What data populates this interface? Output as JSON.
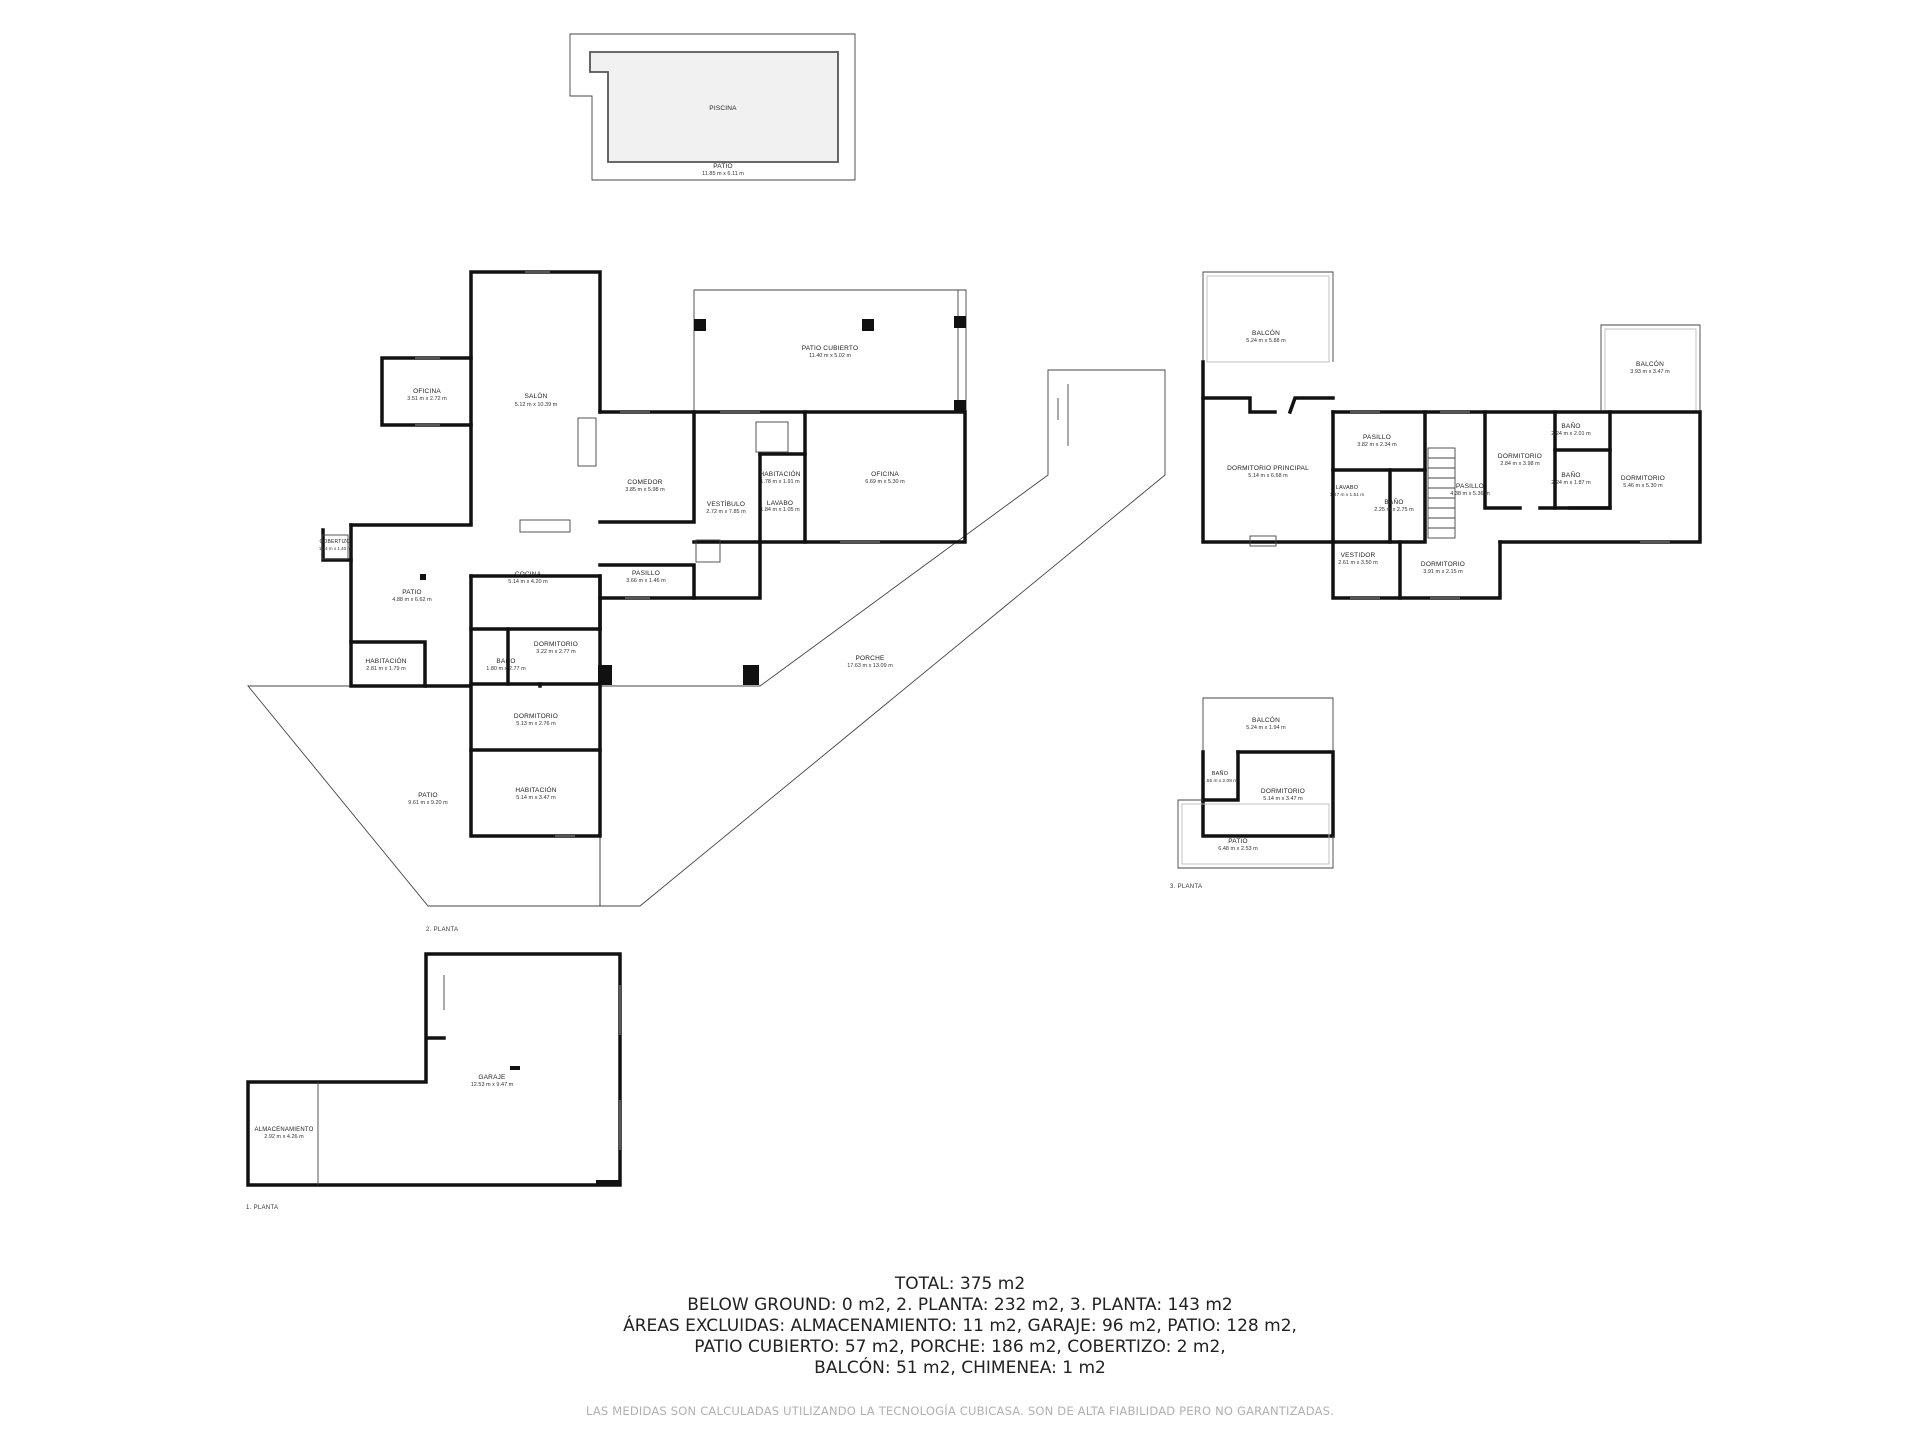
{
  "rooms": [
    {
      "key": "piscina",
      "name": "PISCINA",
      "dims": ""
    },
    {
      "key": "patio-pool",
      "name": "PATIO",
      "dims": "11.85 m x 6.11 m"
    },
    {
      "key": "salon",
      "name": "SALÓN",
      "dims": "5.12 m x 10.39 m"
    },
    {
      "key": "oficina-left",
      "name": "OFICINA",
      "dims": "3.51 m x 2.72 m"
    },
    {
      "key": "patio-cubierto",
      "name": "PATIO CUBIERTO",
      "dims": "11.40 m x 5.02 m"
    },
    {
      "key": "comedor",
      "name": "COMEDOR",
      "dims": "3.85 m x 5.98 m"
    },
    {
      "key": "vestibulo",
      "name": "VESTÍBULO",
      "dims": "2.72 m x 7.85 m"
    },
    {
      "key": "habitacion-small",
      "name": "HABITACIÓN",
      "dims": "1.78 m x 1.91 m"
    },
    {
      "key": "lavabo",
      "name": "LAVABO",
      "dims": "1.84 m x 1.05 m"
    },
    {
      "key": "oficina-right",
      "name": "OFICINA",
      "dims": "6.69 m x 5.30 m"
    },
    {
      "key": "cobertizo",
      "name": "COBERTIZO",
      "dims": "1.44 m x 1.40 m"
    },
    {
      "key": "patio-inner",
      "name": "PATIO",
      "dims": "4.88 m x 6.62 m"
    },
    {
      "key": "cocina",
      "name": "COCINA",
      "dims": "5.14 m x 4.20 m"
    },
    {
      "key": "pasillo-2",
      "name": "PASILLO",
      "dims": "3.66 m x 1.46 m"
    },
    {
      "key": "habitacion-left",
      "name": "HABITACIÓN",
      "dims": "2.81 m x 1.79 m"
    },
    {
      "key": "bano-2",
      "name": "BAÑO",
      "dims": "1.80 m x 2.77 m"
    },
    {
      "key": "dormitorio-2a",
      "name": "DORMITORIO",
      "dims": "3.22 m x 2.77 m"
    },
    {
      "key": "dormitorio-2b",
      "name": "DORMITORIO",
      "dims": "5.13 m x 2.76 m"
    },
    {
      "key": "habitacion-2",
      "name": "HABITACIÓN",
      "dims": "5.14 m x 3.47 m"
    },
    {
      "key": "patio-big",
      "name": "PATIO",
      "dims": "9.61 m x 9.20 m"
    },
    {
      "key": "porche",
      "name": "PORCHE",
      "dims": "17.63 m x 13.09 m"
    },
    {
      "key": "balcon-1",
      "name": "BALCÓN",
      "dims": "5.24 m x 5.88 m"
    },
    {
      "key": "balcon-2",
      "name": "BALCÓN",
      "dims": "3.93 m x 3.47 m"
    },
    {
      "key": "dormitorio-principal",
      "name": "DORMITORIO PRINCIPAL",
      "dims": "5.14 m x 6.68 m"
    },
    {
      "key": "pasillo-3a",
      "name": "PASILLO",
      "dims": "3.82 m x 2.34 m"
    },
    {
      "key": "lavabo-3",
      "name": "LAVABO",
      "dims": "1.47 m x 1.51 m"
    },
    {
      "key": "bano-3a",
      "name": "BAÑO",
      "dims": "2.25 m x 2.75 m"
    },
    {
      "key": "pasillo-3b",
      "name": "PASILLO",
      "dims": "4.38 m x 5.36 m"
    },
    {
      "key": "dormitorio-3a",
      "name": "DORMITORIO",
      "dims": "2.84 m x 3.98 m"
    },
    {
      "key": "bano-3b",
      "name": "BAÑO",
      "dims": "2.24 m x 2.01 m"
    },
    {
      "key": "bano-3c",
      "name": "BAÑO",
      "dims": "2.24 m x 1.87 m"
    },
    {
      "key": "dormitorio-3b",
      "name": "DORMITORIO",
      "dims": "5.46 m x 5.30 m"
    },
    {
      "key": "vestidor",
      "name": "VESTIDOR",
      "dims": "2.61 m x 3.50 m"
    },
    {
      "key": "dormitorio-3c",
      "name": "DORMITORIO",
      "dims": "3.91 m x 2.15 m"
    },
    {
      "key": "balcon-3",
      "name": "BALCÓN",
      "dims": "5.24 m x 1.94 m"
    },
    {
      "key": "bano-4",
      "name": "BAÑO",
      "dims": "1.55 m x 2.08 m"
    },
    {
      "key": "dormitorio-4",
      "name": "DORMITORIO",
      "dims": "5.14 m x 3.47 m"
    },
    {
      "key": "patio-4",
      "name": "PATIO",
      "dims": "6.48 m x 2.53 m"
    },
    {
      "key": "garaje",
      "name": "GARAJE",
      "dims": "12.53 m x 9.47 m"
    },
    {
      "key": "almacenamiento",
      "name": "ALMACENAMIENTO",
      "dims": "2.92 m x 4.26 m"
    }
  ],
  "floor_labels": {
    "planta_2": "2. PLANTA",
    "planta_3": "3. PLANTA",
    "planta_1": "1. PLANTA"
  },
  "summary": {
    "line1": "TOTAL: 375 m2",
    "line2": "BELOW GROUND: 0 m2, 2. PLANTA: 232 m2, 3. PLANTA: 143 m2",
    "line3": "ÁREAS EXCLUIDAS: ALMACENAMIENTO: 11 m2, GARAJE: 96 m2, PATIO: 128 m2,",
    "line4": "PATIO CUBIERTO: 57 m2, PORCHE: 186 m2, COBERTIZO: 2 m2,",
    "line5": "BALCÓN: 51 m2, CHIMENEA: 1 m2"
  },
  "disclaimer": "LAS MEDIDAS SON CALCULADAS UTILIZANDO LA TECNOLOGÍA CUBICASA. SON DE ALTA FIABILIDAD PERO NO GARANTIZADAS."
}
